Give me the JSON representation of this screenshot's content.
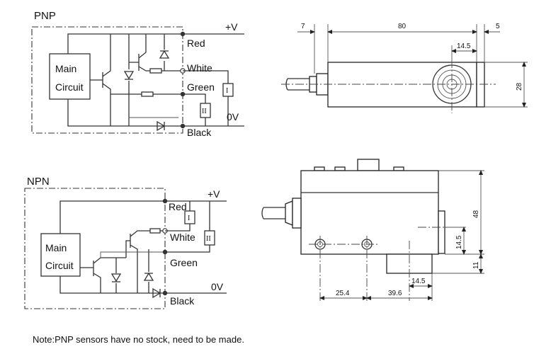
{
  "pnp": {
    "title": "PNP",
    "main_circuit": [
      "Main",
      "Circuit"
    ],
    "supply": "+V",
    "ground": "0V",
    "wires": [
      "Red",
      "White",
      "Green",
      "Black"
    ],
    "load_symbols": [
      "I",
      "II"
    ]
  },
  "npn": {
    "title": "NPN",
    "main_circuit": [
      "Main",
      "Circuit"
    ],
    "supply": "+V",
    "ground": "0V",
    "wires": [
      "Red",
      "White",
      "Green",
      "Black"
    ],
    "load_symbols": [
      "I",
      "II"
    ]
  },
  "top_view_dims": {
    "cable_length": "7",
    "body_length": "80",
    "head_offset": "14.5",
    "rear_length": "5",
    "height": "28"
  },
  "side_view_dims": {
    "height": "48",
    "hole_height": "14.5",
    "base_height": "11",
    "base_width": "14.5",
    "hole_offset": "25.4",
    "hole_spacing": "39.6"
  },
  "note": "Note:PNP sensors have no stock, need to be made."
}
